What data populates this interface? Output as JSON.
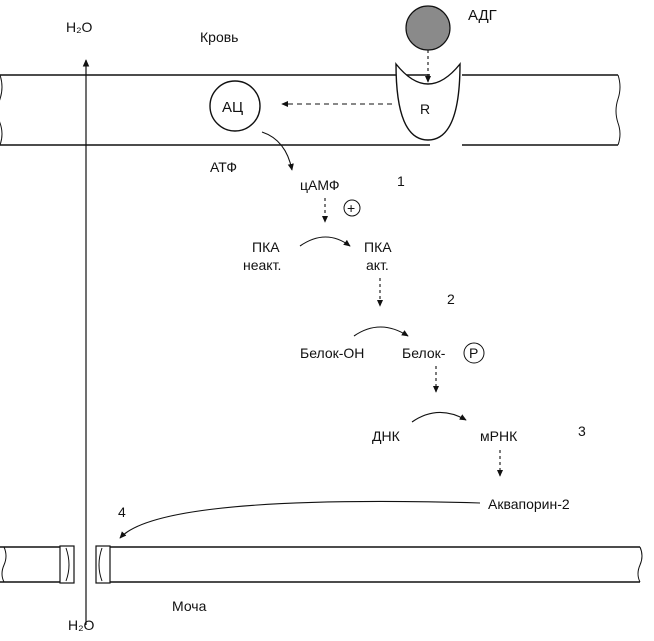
{
  "labels": {
    "water_top": "H₂O",
    "water_bottom": "H₂O",
    "blood": "Кровь",
    "urine": "Моча",
    "adh": "АДГ",
    "receptor": "R",
    "adenylate_cyclase": "АЦ",
    "atp": "АТФ",
    "camp": "цАМФ",
    "plus": "+",
    "pka_inactive_line1": "ПКА",
    "pka_inactive_line2": "неакт.",
    "pka_active_line1": "ПКА",
    "pka_active_line2": "акт.",
    "protein_oh": "Белок-ОН",
    "protein_p": "Белок-",
    "phosphate": "P",
    "dna": "ДНК",
    "mrna": "мРНК",
    "aquaporin": "Аквапорин-2",
    "step1": "1",
    "step2": "2",
    "step3": "3",
    "step4": "4"
  },
  "colors": {
    "ink": "#111111",
    "adh_fill": "#8a8a8a",
    "membrane_fill": "#ffffff"
  }
}
